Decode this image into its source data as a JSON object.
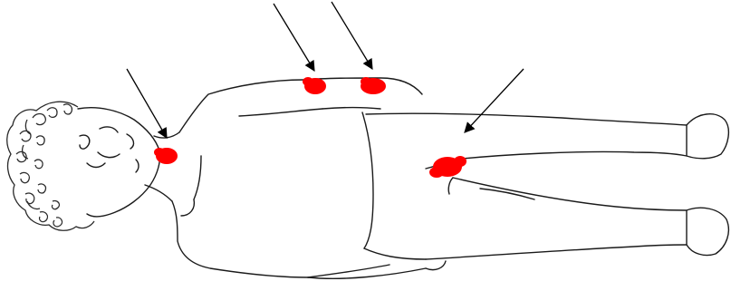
{
  "figure": {
    "subject": "child-lying-supine",
    "marker_color": "#ff0000",
    "line_color": "#1a1a1a",
    "arrow_color": "#000000",
    "markers": [
      {
        "name": "neck-marker",
        "region": "neck"
      },
      {
        "name": "axilla-left-marker",
        "region": "axilla"
      },
      {
        "name": "axilla-right-marker",
        "region": "axilla"
      },
      {
        "name": "groin-marker",
        "region": "groin"
      }
    ],
    "arrows": [
      {
        "name": "arrow-neck",
        "target": "neck"
      },
      {
        "name": "arrow-axilla-left",
        "target": "axilla"
      },
      {
        "name": "arrow-axilla-right",
        "target": "axilla"
      },
      {
        "name": "arrow-groin",
        "target": "groin"
      }
    ]
  }
}
